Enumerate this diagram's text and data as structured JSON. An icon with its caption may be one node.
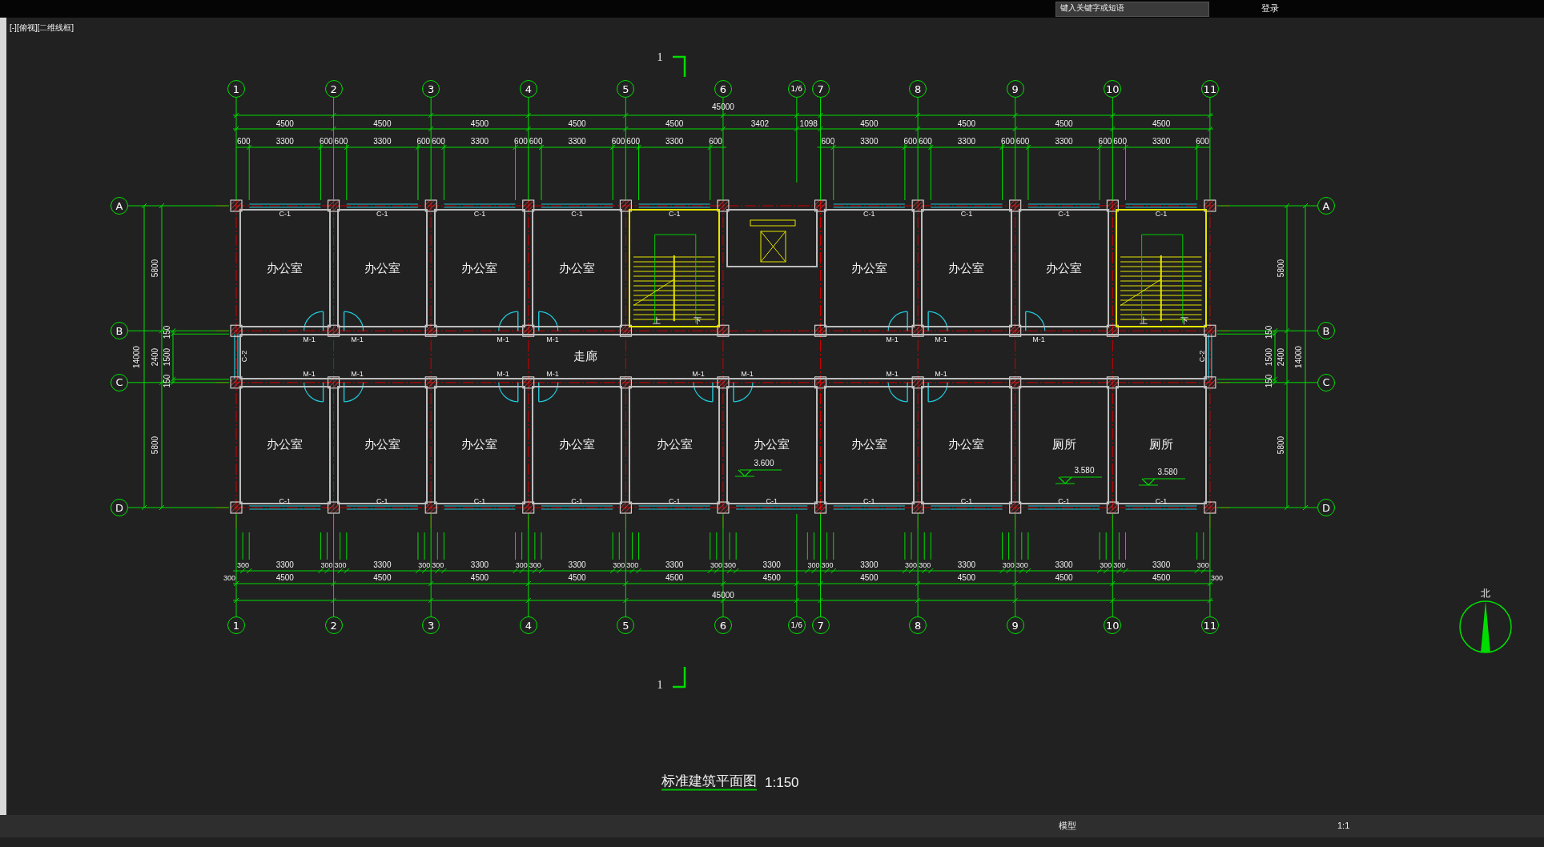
{
  "diagram": {
    "title": "标准建筑平面图",
    "nodes": [
      {
        "text": [
          "1"
        ]
      },
      {
        "text": [
          "2"
        ]
      },
      {
        "text": [
          "3"
        ]
      },
      {
        "text": [
          "4"
        ]
      },
      {
        "text": [
          "5"
        ]
      },
      {
        "text": [
          "6"
        ]
      },
      {
        "text": [
          "1/6"
        ]
      },
      {
        "text": [
          "7"
        ]
      },
      {
        "text": [
          "8"
        ]
      },
      {
        "text": [
          "9"
        ]
      },
      {
        "text": [
          "10"
        ]
      },
      {
        "text": [
          "11"
        ]
      },
      {
        "text": [
          "A"
        ]
      },
      {
        "text": [
          "B"
        ]
      },
      {
        "text": [
          "C"
        ]
      },
      {
        "text": [
          "D"
        ]
      },
      {
        "text": [
          "A"
        ]
      },
      {
        "text": [
          "B"
        ]
      },
      {
        "text": [
          "C"
        ]
      },
      {
        "text": [
          "D"
        ]
      },
      {
        "text": [
          "办公室"
        ]
      },
      {
        "text": [
          "办公室"
        ]
      },
      {
        "text": [
          "办公室"
        ]
      },
      {
        "text": [
          "办公室"
        ]
      },
      {
        "text": [
          "上",
          "下"
        ]
      },
      {
        "text": [],
        "shape": "box"
      },
      {
        "text": [
          "办公室"
        ]
      },
      {
        "text": [
          "办公室"
        ]
      },
      {
        "text": [
          "办公室"
        ]
      },
      {
        "text": [
          "上",
          "下"
        ]
      },
      {
        "text": [
          "走廊"
        ]
      },
      {
        "text": [
          "办公室"
        ]
      },
      {
        "text": [
          "办公室"
        ]
      },
      {
        "text": [
          "办公室"
        ]
      },
      {
        "text": [
          "办公室"
        ]
      },
      {
        "text": [
          "办公室"
        ]
      },
      {
        "text": [
          "办公室",
          "3.600"
        ]
      },
      {
        "text": [
          "办公室"
        ]
      },
      {
        "text": [
          "办公室"
        ]
      },
      {
        "text": [
          "厕所",
          "3.580"
        ]
      },
      {
        "text": [
          "厕所",
          "3.580"
        ]
      },
      {
        "text": [
          "1"
        ]
      },
      {
        "text": [
          "2"
        ]
      },
      {
        "text": [
          "3"
        ]
      },
      {
        "text": [
          "4"
        ]
      },
      {
        "text": [
          "5"
        ]
      },
      {
        "text": [
          "6"
        ]
      },
      {
        "text": [
          "1/6"
        ]
      },
      {
        "text": [
          "7"
        ]
      },
      {
        "text": [
          "8"
        ]
      },
      {
        "text": [
          "9"
        ]
      },
      {
        "text": [
          "10"
        ]
      },
      {
        "text": [
          "11"
        ]
      }
    ],
    "labels": [
      "[-][俯视][二维线框]",
      "键入关键字或短语",
      "登录",
      "1",
      "45000",
      "4500",
      "4500",
      "4500",
      "4500",
      "4500",
      "3402",
      "1098",
      "4500",
      "4500",
      "4500",
      "4500",
      "600",
      "3300",
      "600",
      "600",
      "3300",
      "600",
      "600",
      "3300",
      "600",
      "600",
      "3300",
      "600",
      "600",
      "3300",
      "600",
      "600",
      "3300",
      "600",
      "600",
      "3300",
      "600",
      "600",
      "3300",
      "600",
      "600",
      "3300",
      "600",
      "5800",
      "14000",
      "2400",
      "150",
      "1500",
      "150",
      "5800",
      "5800",
      "150",
      "1500",
      "150",
      "2400",
      "14000",
      "5800",
      "C-1",
      "C-1",
      "C-1",
      "C-1",
      "C-1",
      "C-1",
      "C-1",
      "C-1",
      "C-1",
      "M-1",
      "M-1",
      "M-1",
      "M-1",
      "M-1",
      "M-1",
      "M-1",
      "C-2",
      "C-2",
      "M-1",
      "M-1",
      "M-1",
      "M-1",
      "M-1",
      "M-1",
      "M-1",
      "M-1",
      "C-1",
      "C-1",
      "C-1",
      "C-1",
      "C-1",
      "C-1",
      "C-1",
      "C-1",
      "C-1",
      "C-1",
      "300",
      "3300",
      "300",
      "300",
      "3300",
      "300",
      "300",
      "3300",
      "300",
      "300",
      "3300",
      "300",
      "300",
      "3300",
      "300",
      "300",
      "3300",
      "300",
      "300",
      "3300",
      "300",
      "300",
      "3300",
      "300",
      "300",
      "3300",
      "300",
      "300",
      "3300",
      "300",
      "300",
      "4500",
      "4500",
      "4500",
      "4500",
      "4500",
      "4500",
      "4500",
      "4500",
      "4500",
      "4500",
      "300",
      "45000",
      "北",
      "1",
      "1:150",
      "模型",
      "1:1"
    ]
  }
}
